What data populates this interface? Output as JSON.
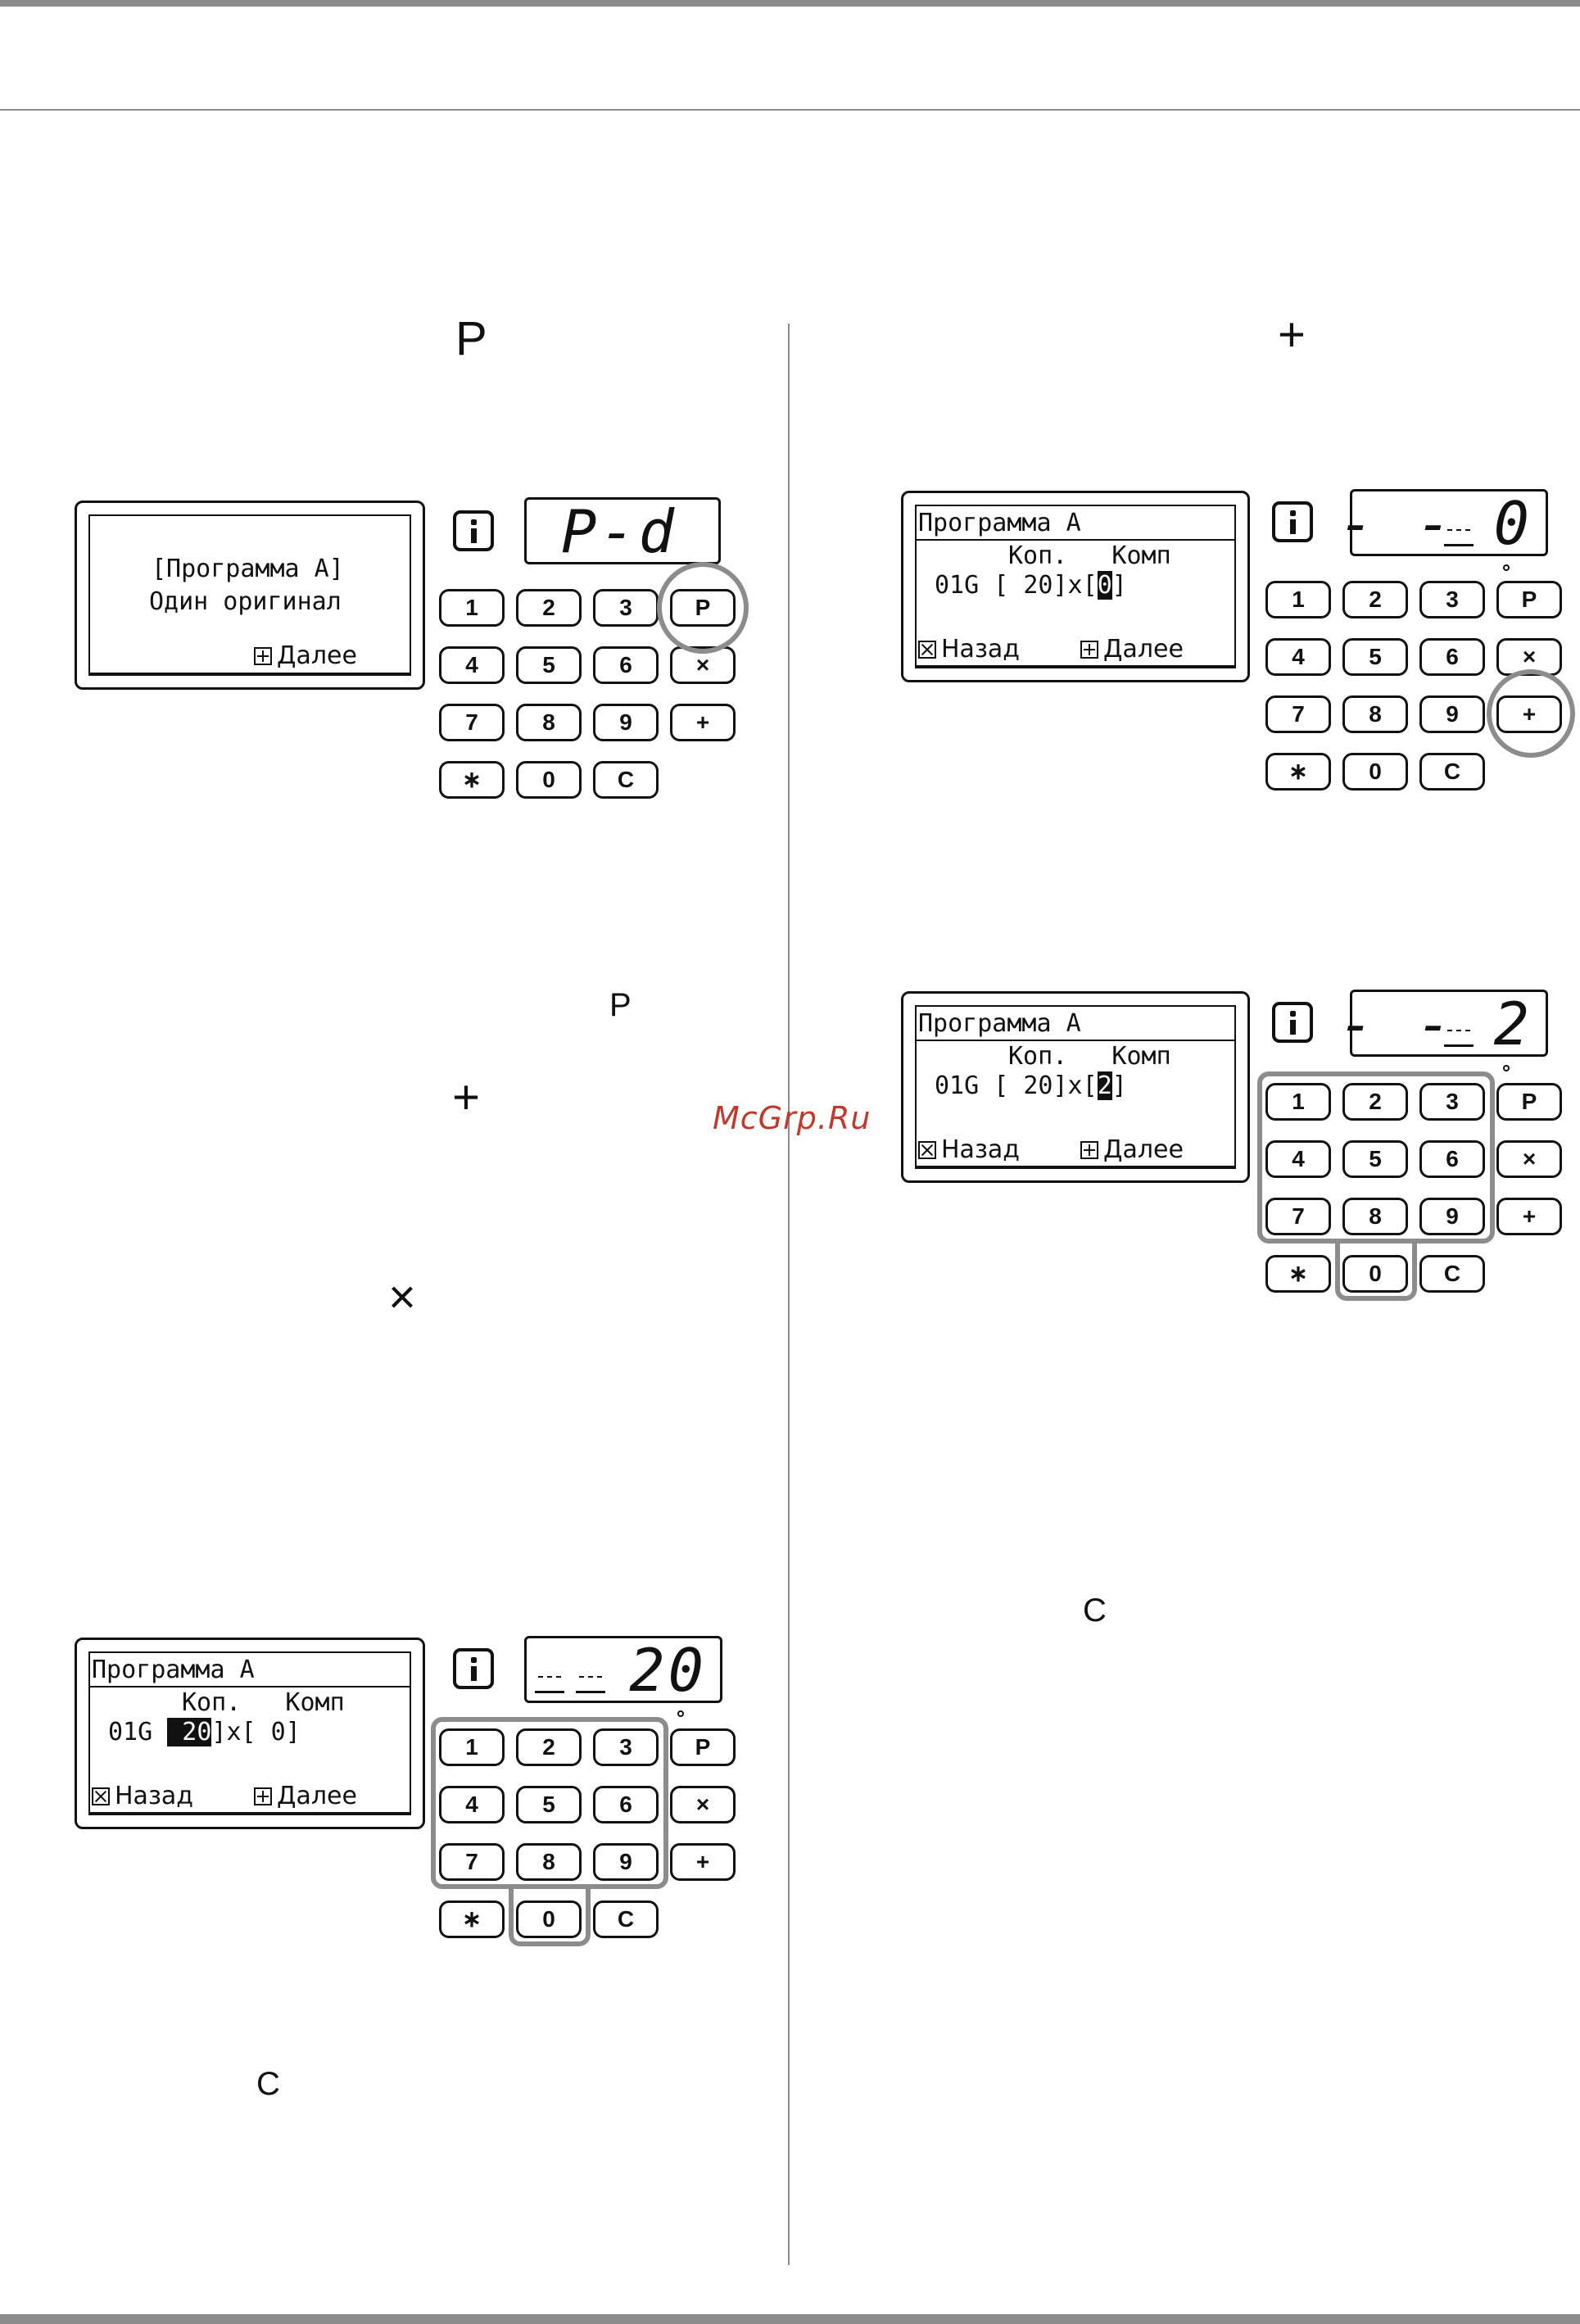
{
  "left": {
    "heading_symbol": "P",
    "inline_p": "P",
    "inline_plus": "+",
    "inline_times": "×",
    "inline_c": "C"
  },
  "right": {
    "heading_symbol": "+",
    "inline_c": "C"
  },
  "watermark": "McGrp.Ru",
  "panel1": {
    "line1": "[Программа A]",
    "line2": "Один оригинал",
    "next": "Далее",
    "display": "P-d"
  },
  "panel2": {
    "title": "Программа A",
    "hdr": "Коп.   Комп",
    "row_prefix": "01G [",
    "copies": " 20",
    "row_mid": "]x[",
    "sets": "0",
    "row_end": "]",
    "back": "Назад",
    "next": "Далее",
    "display": "- - 0"
  },
  "panel3": {
    "title": "Программа A",
    "hdr": "Коп.   Комп",
    "row_prefix": "01G [",
    "copies": " 20",
    "row_mid": "]x[",
    "sets": "2",
    "row_end": "]",
    "back": "Назад",
    "next": "Далее",
    "display": "- - 2"
  },
  "panel4": {
    "title": "Программа A",
    "hdr": "Коп.   Комп",
    "row_prefix": "01G ",
    "copies": " 20",
    "row_mid": "]x[ 0]",
    "back": "Назад",
    "next": "Далее",
    "display": "20"
  },
  "keys": [
    "1",
    "2",
    "3",
    "P",
    "4",
    "5",
    "6",
    "×",
    "7",
    "8",
    "9",
    "+",
    "∗",
    "0",
    "C"
  ]
}
